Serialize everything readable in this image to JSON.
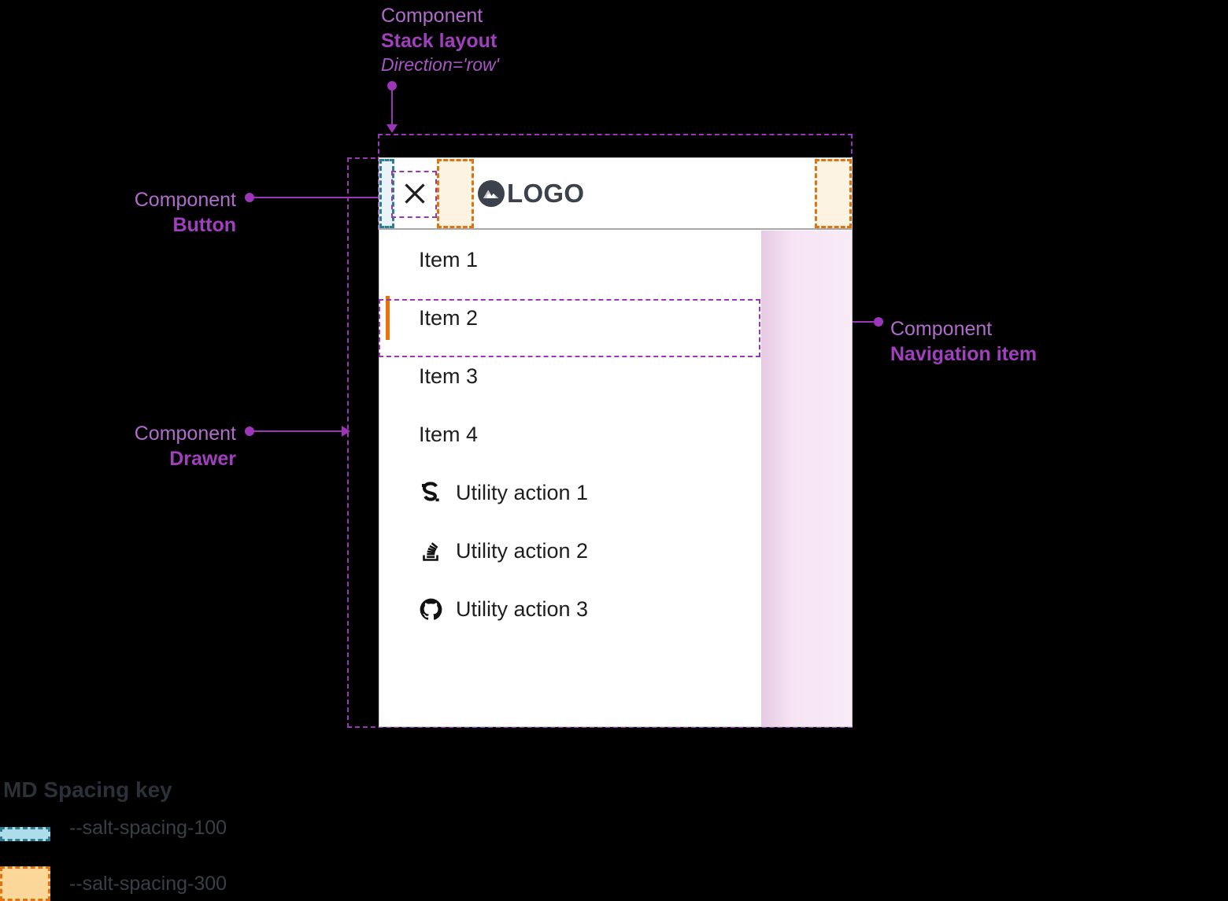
{
  "annotations": {
    "stack_layout": {
      "kind": "Component",
      "name": "Stack layout",
      "prop": "Direction='row'"
    },
    "button": {
      "kind": "Component",
      "name": "Button"
    },
    "drawer": {
      "kind": "Component",
      "name": "Drawer"
    },
    "navigation_item": {
      "kind": "Component",
      "name": "Navigation item"
    }
  },
  "drawer": {
    "header": {
      "close_icon": "close-icon",
      "logo_mark_icon": "mountain-logo-icon",
      "logo_text": "LOGO"
    },
    "nav_items": [
      {
        "label": "Item 1",
        "selected": false
      },
      {
        "label": "Item 2",
        "selected": true
      },
      {
        "label": "Item 3",
        "selected": false
      },
      {
        "label": "Item 4",
        "selected": false
      }
    ],
    "utility_actions": [
      {
        "label": "Utility action 1",
        "icon": "salt-s-icon"
      },
      {
        "label": "Utility action 2",
        "icon": "stackoverflow-icon"
      },
      {
        "label": "Utility action 3",
        "icon": "github-icon"
      }
    ]
  },
  "spacing_key": {
    "title": "MD Spacing key",
    "rows": [
      {
        "label": "--salt-spacing-100",
        "token": "spacing-100",
        "fill": "#ADDDEA",
        "stroke": "#2E7D92"
      },
      {
        "label": "--salt-spacing-300",
        "token": "spacing-300",
        "fill": "#FCD79A",
        "stroke": "#E2720E"
      }
    ]
  },
  "colors": {
    "annotation": "#A855C6",
    "annotation_bold": "#A13FBF",
    "leader": "#9B36B8",
    "selection_indicator": "#E8730C",
    "spacing_100_fill": "#EAF4F7",
    "spacing_100_stroke": "#2E7D92",
    "spacing_300_fill": "#FDF3E2",
    "spacing_300_stroke": "#E2720E",
    "highlight_pink": "#F4DFF2",
    "background": "#000000",
    "panel": "#FFFFFF"
  }
}
